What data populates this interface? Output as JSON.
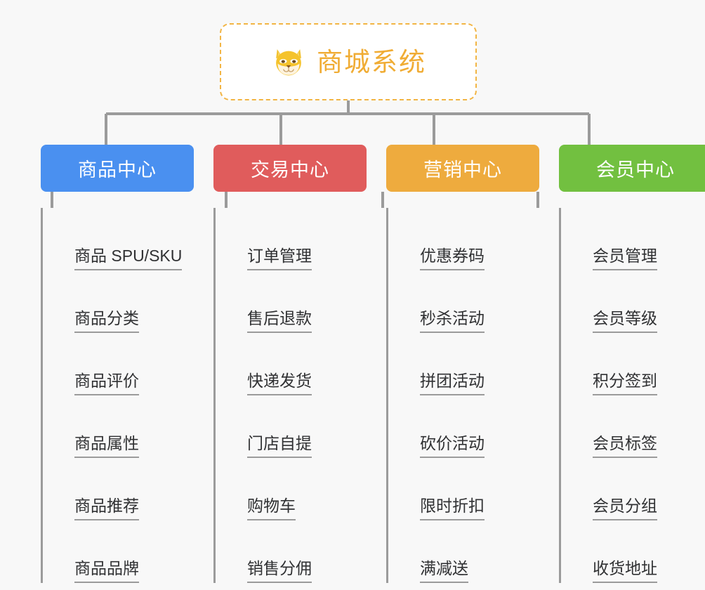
{
  "page": {
    "background_color": "#f8f8f8",
    "line_color": "#9b9b9b"
  },
  "root": {
    "title": "商城系统",
    "icon": "shiba-dog-icon",
    "border_color": "#f2b544",
    "text_color": "#f0ac34",
    "background_color": "#ffffff"
  },
  "columns": [
    {
      "header": "商品中心",
      "color": "#4a90f0",
      "items": [
        "商品 SPU/SKU",
        "商品分类",
        "商品评价",
        "商品属性",
        "商品推荐",
        "商品品牌"
      ]
    },
    {
      "header": "交易中心",
      "color": "#e05c5c",
      "items": [
        "订单管理",
        "售后退款",
        "快递发货",
        "门店自提",
        "购物车",
        "销售分佣"
      ]
    },
    {
      "header": "营销中心",
      "color": "#eeab3e",
      "items": [
        "优惠券码",
        "秒杀活动",
        "拼团活动",
        "砍价活动",
        "限时折扣",
        "满减送"
      ]
    },
    {
      "header": "会员中心",
      "color": "#72c040",
      "items": [
        "会员管理",
        "会员等级",
        "积分签到",
        "会员标签",
        "会员分组",
        "收货地址"
      ]
    }
  ]
}
